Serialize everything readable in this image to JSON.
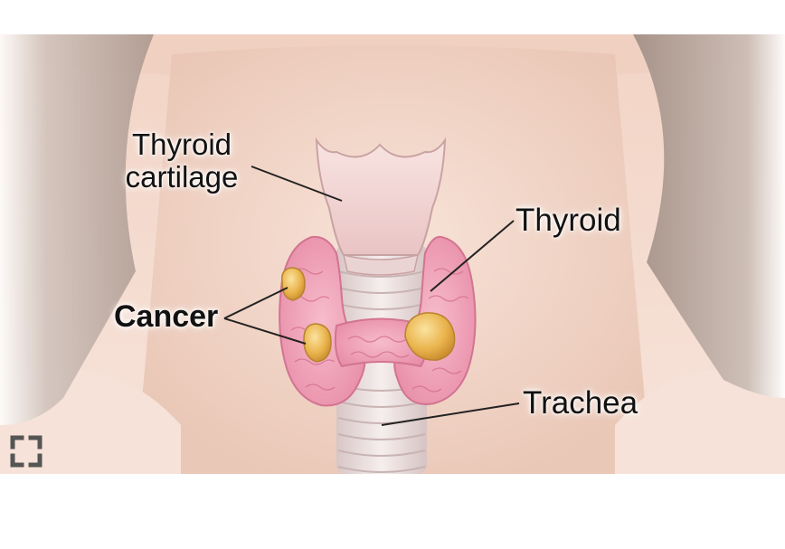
{
  "labels": {
    "thyroid_cartilage_line1": "Thyroid",
    "thyroid_cartilage_line2": "cartilage",
    "thyroid": "Thyroid",
    "cancer": "Cancer",
    "trachea": "Trachea"
  },
  "colors": {
    "skin": "#f3d9cc",
    "skin_shadow": "#e2b9a6",
    "hair": "#b9aba3",
    "thyroid_gland": "#f0a6bd",
    "thyroid_outline": "#d9708f",
    "cartilage": "#f4d8d6",
    "trachea": "#eee1e0",
    "tumor": "#e9b14a",
    "label_text": "#111111",
    "expand_icon": "#555555"
  },
  "icons": {
    "expand": "expand-icon"
  }
}
